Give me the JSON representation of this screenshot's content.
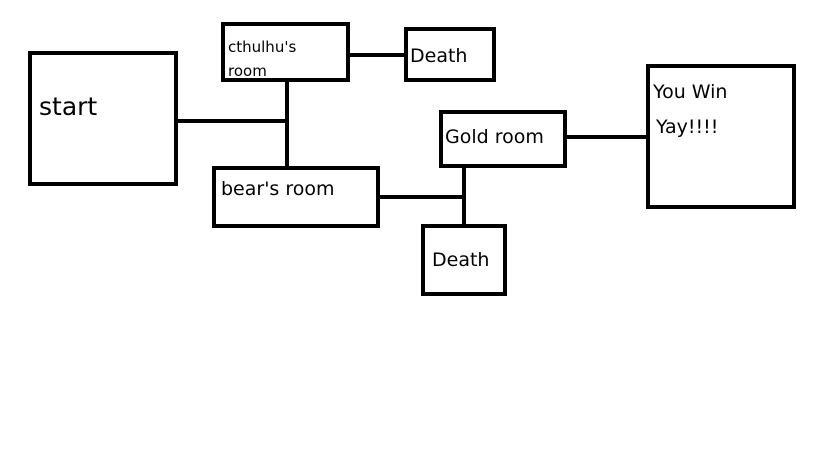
{
  "nodes": {
    "start": {
      "label": "start"
    },
    "cthulhu_room": {
      "label_line1": "cthulhu's",
      "label_line2": "room"
    },
    "death_top": {
      "label": "Death"
    },
    "bears_room": {
      "label": "bear's room"
    },
    "gold_room": {
      "label": "Gold room"
    },
    "death_bottom": {
      "label": "Death"
    },
    "win": {
      "label_line1": "You Win",
      "label_line2": "Yay!!!!"
    }
  },
  "colors": {
    "stroke": "#000000",
    "background": "#ffffff"
  }
}
